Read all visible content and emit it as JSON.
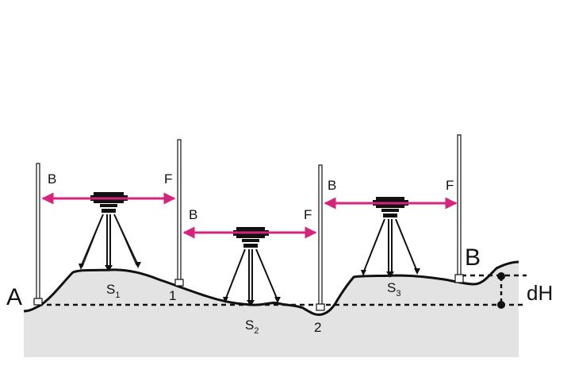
{
  "points": {
    "start": "A",
    "end": "B",
    "height_difference": "dH"
  },
  "turning_points": [
    "1",
    "2"
  ],
  "stations": [
    {
      "letter": "S",
      "index": "1"
    },
    {
      "letter": "S",
      "index": "2"
    },
    {
      "letter": "S",
      "index": "3"
    }
  ],
  "sights": {
    "backsight": "B",
    "foresight": "F"
  },
  "colors": {
    "sight_arrow": "#d6247c",
    "ground": "#e3e3e3",
    "ink": "#111111"
  }
}
